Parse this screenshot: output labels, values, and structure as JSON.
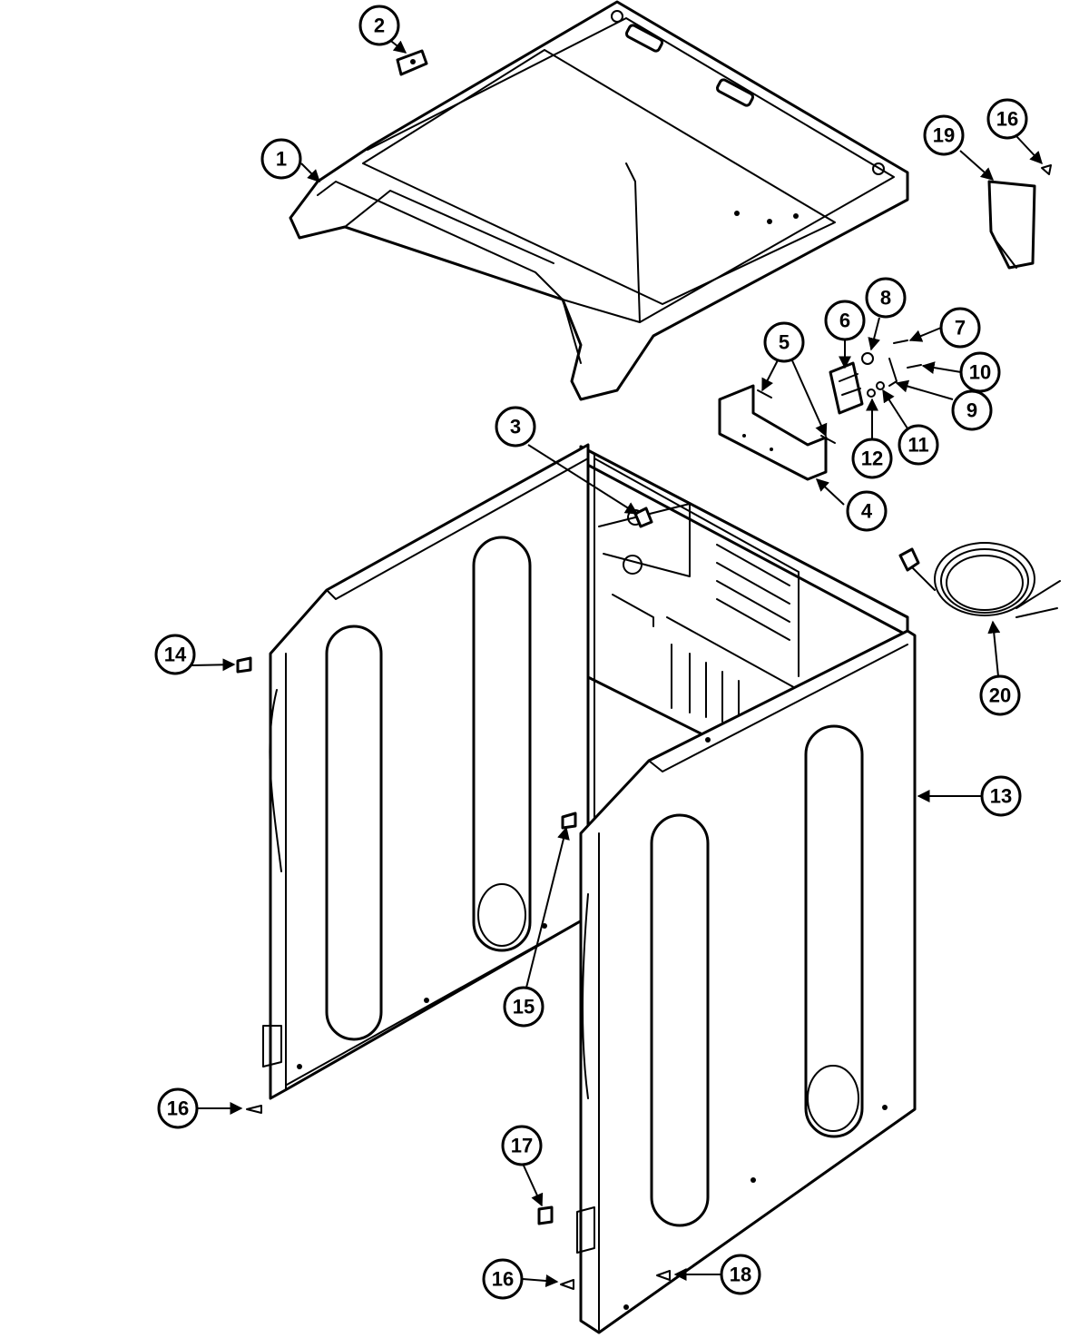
{
  "callouts": [
    "1",
    "2",
    "3",
    "4",
    "5",
    "6",
    "7",
    "8",
    "9",
    "10",
    "11",
    "12",
    "13",
    "14",
    "15",
    "16",
    "16",
    "16",
    "17",
    "18",
    "19",
    "20"
  ],
  "colors": {
    "ink": "#000000",
    "paper": "#ffffff"
  }
}
